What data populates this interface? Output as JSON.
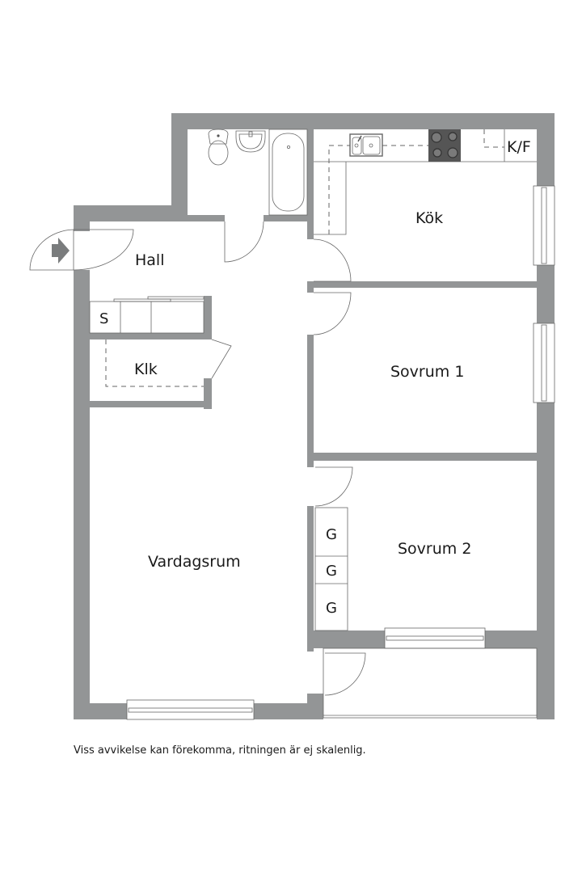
{
  "rooms": {
    "hall": "Hall",
    "kitchen": "Kök",
    "kitchen_fridge": "K/F",
    "bedroom1": "Sovrum 1",
    "bedroom2": "Sovrum 2",
    "living_room": "Vardagsrum",
    "walk_in_closet": "Klk",
    "storage": "S",
    "wardrobes": [
      "G",
      "G",
      "G"
    ]
  },
  "icons": {
    "entrance": "entrance-arrow-icon"
  },
  "colors": {
    "wall": "#939596",
    "background": "#ffffff",
    "text": "#1a1a1a",
    "stove": "#555555"
  },
  "footer": {
    "disclaimer": "Viss avvikelse kan förekomma, ritningen är ej skalenlig."
  }
}
